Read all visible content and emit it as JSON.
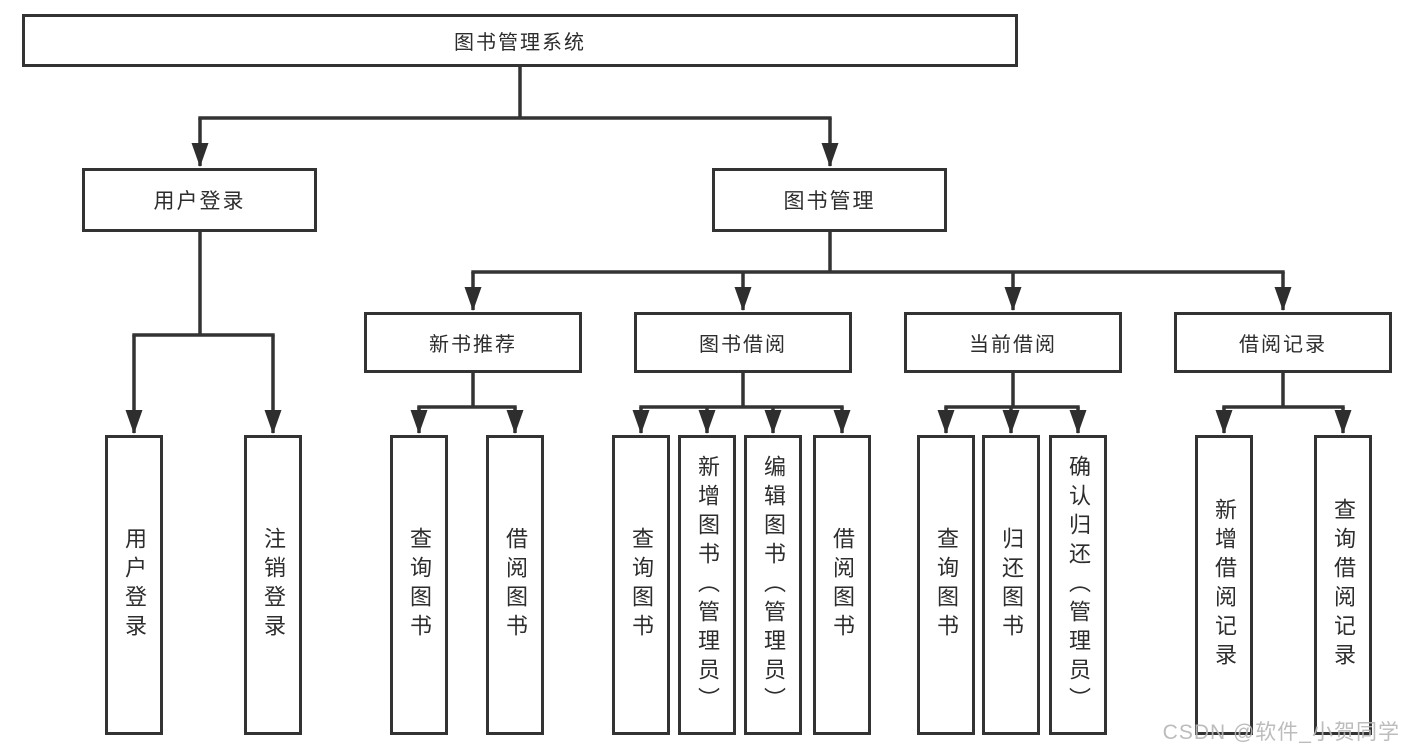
{
  "palette": {
    "line": "#333333",
    "text": "#2d2d2d",
    "box_background": "#ffffff",
    "watermark_gray": "#b6b6b6"
  },
  "diagram": {
    "root": {
      "label": "图书管理系统"
    },
    "branches": [
      {
        "label": "用户登录",
        "children": [
          {
            "label": "用户登录"
          },
          {
            "label": "注销登录"
          }
        ]
      },
      {
        "label": "图书管理",
        "groups": [
          {
            "label": "新书推荐",
            "children": [
              {
                "label": "查询图书"
              },
              {
                "label": "借阅图书"
              }
            ]
          },
          {
            "label": "图书借阅",
            "children": [
              {
                "label": "查询图书"
              },
              {
                "label": "新增图书（管理员）"
              },
              {
                "label": "编辑图书（管理员）"
              },
              {
                "label": "借阅图书"
              }
            ]
          },
          {
            "label": "当前借阅",
            "children": [
              {
                "label": "查询图书"
              },
              {
                "label": "归还图书"
              },
              {
                "label": "确认归还（管理员）"
              }
            ]
          },
          {
            "label": "借阅记录",
            "children": [
              {
                "label": "新增借阅记录"
              },
              {
                "label": "查询借阅记录"
              }
            ]
          }
        ]
      }
    ],
    "watermark": "CSDN @软件_小贺同学"
  }
}
